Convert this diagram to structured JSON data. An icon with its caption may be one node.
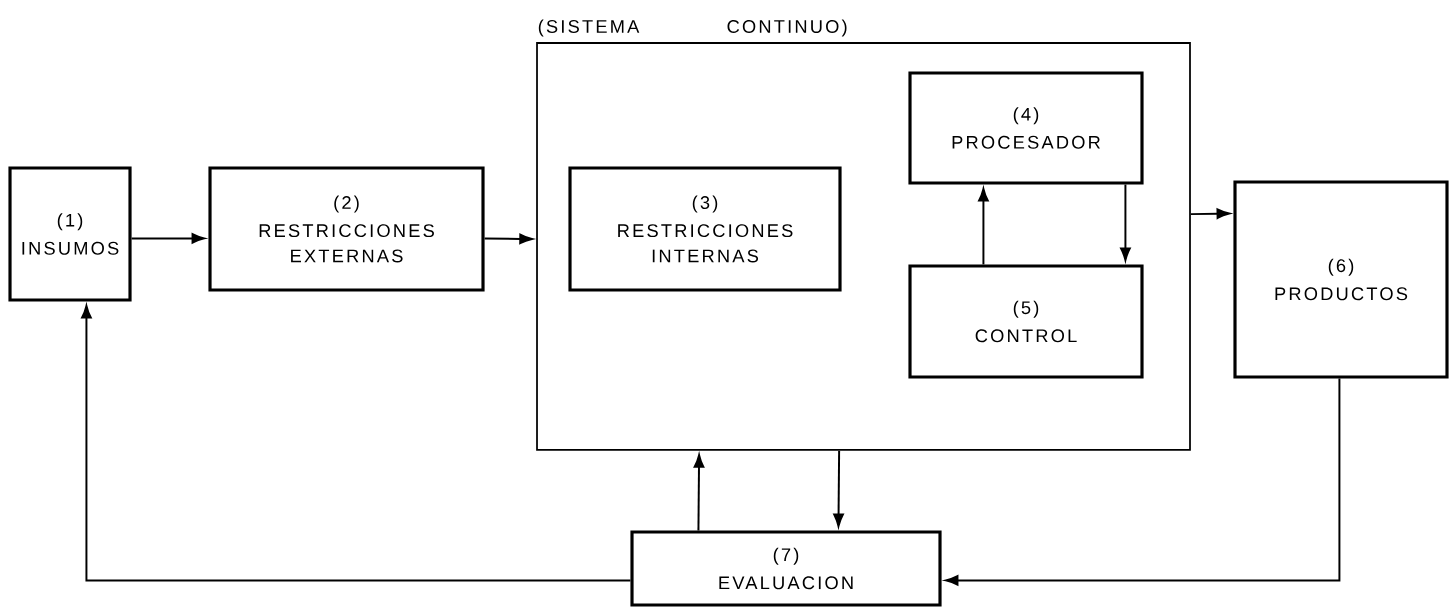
{
  "diagram": {
    "nodes": [
      {
        "text": [
          "(1)",
          "INSUMOS"
        ]
      },
      {
        "text": [
          "(2)",
          "RESTRICCIONES EXTERNAS"
        ]
      },
      {
        "text": [
          "(SISTEMA CONTINUO)"
        ]
      },
      {
        "text": [
          "(3)",
          "RESTRICCIONES INTERNAS"
        ],
        "in": 2
      },
      {
        "text": [
          "(4)",
          "PROCESADOR"
        ],
        "in": 2
      },
      {
        "text": [
          "(5)",
          "CONTROL"
        ],
        "in": 2
      },
      {
        "text": [
          "(6)",
          "PRODUCTOS"
        ]
      },
      {
        "text": [
          "(7)",
          "EVALUACION"
        ]
      }
    ],
    "edges": [
      {
        "from": 0,
        "to": 1,
        "arrow": "to"
      },
      {
        "from": 1,
        "to": 2,
        "arrow": "to"
      },
      {
        "from": 4,
        "to": 5,
        "arrow": "to"
      },
      {
        "from": 5,
        "to": 4,
        "arrow": "to"
      },
      {
        "from": 2,
        "to": 6,
        "arrow": "to"
      },
      {
        "from": 6,
        "to": 7,
        "arrow": "to"
      },
      {
        "from": 7,
        "to": 0,
        "arrow": "to"
      },
      {
        "from": 7,
        "to": 2,
        "arrow": "to"
      },
      {
        "from": 2,
        "to": 7,
        "arrow": "to"
      }
    ]
  }
}
